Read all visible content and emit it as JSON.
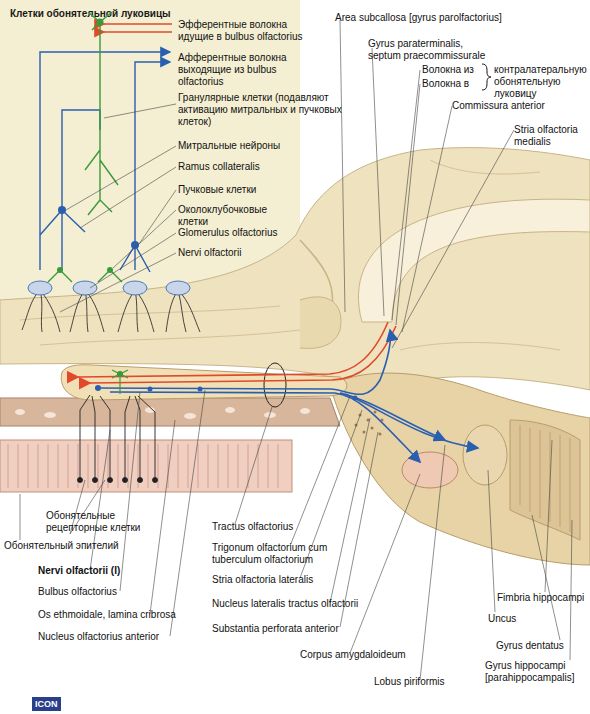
{
  "diagram": {
    "nodes": [
      {
        "text": [
          "Клетки обонятельной луковицы"
        ]
      }
    ],
    "labels": [
      "Эфферентные волокна идущие в bulbus olfactorius",
      "Афферентные волокна выходящие из bulbus olfactorius",
      "Гранулярные клетки (подавляют активацию митральных и пучковых клеток)",
      "Митральные нейроны",
      "Ramus collateralis",
      "Пучковые клетки",
      "Околоклубочковые клетки",
      "Glomerulus olfactorius",
      "Nervi olfactorii",
      "Area subcallosa [gyrus parolfactorius]",
      "Gyrus paraterminalis, septum praecommissurale",
      "Волокна из",
      "Волокна в",
      "контралатеральную обонятельную луковицу",
      "Commissura anterior",
      "Stria olfactoria medialis",
      "Обонятельные рецепторные клетки",
      "Обонятельный эпителий",
      "Nervi olfactorii (I)",
      "Bulbus olfactorius",
      "Os ethmoidale, lamina cribrosa",
      "Nucleus olfactorius anterior",
      "Tractus olfactorius",
      "Trigonum olfactorium cum tuberculum olfactorium",
      "Stria olfactoria lateralis",
      "Nucleus lateralis tractus olfactorii",
      "Substantia perforata anterior",
      "Corpus amygdaloideum",
      "Lobus piriformis",
      "Uncus",
      "Fimbria hippocampi",
      "Gyrus dentatus",
      "Gyrus hippocampi [parahippocampalis]",
      "ICON"
    ]
  }
}
